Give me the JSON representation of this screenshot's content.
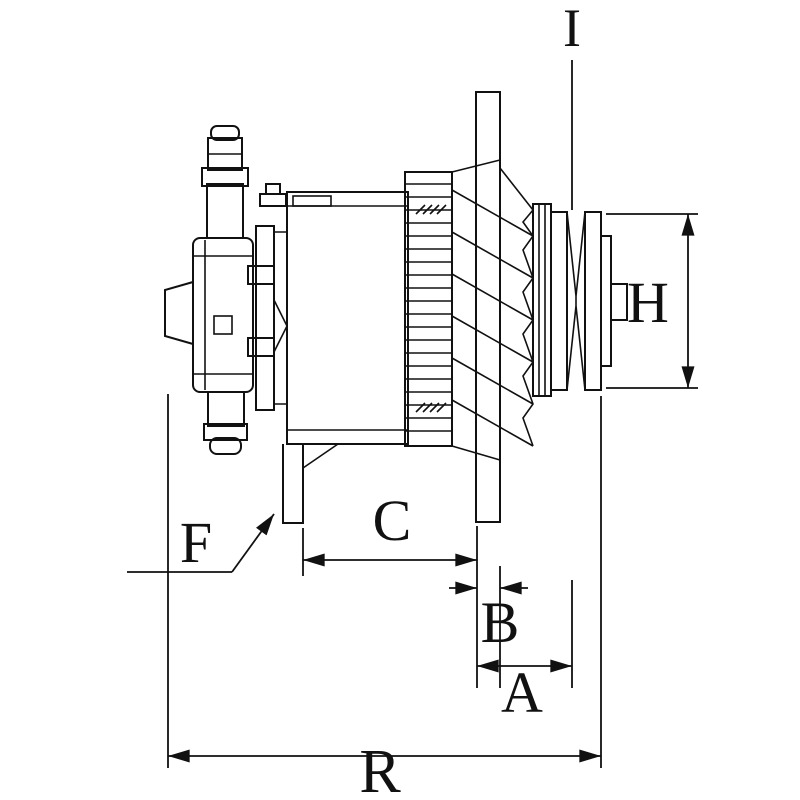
{
  "diagram": {
    "background": "#ffffff",
    "line_color": "#111111",
    "labels": {
      "i": "I",
      "h": "H",
      "c": "C",
      "b": "B",
      "a": "A",
      "r": "R",
      "f": "F"
    }
  }
}
